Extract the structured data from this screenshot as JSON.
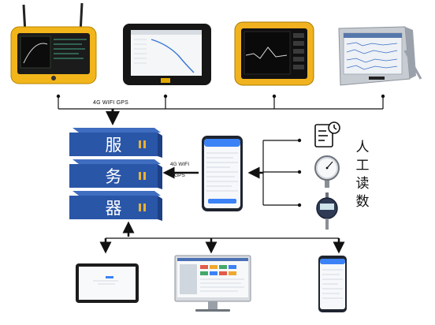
{
  "top_link": {
    "label": "4G WIFI GPS"
  },
  "server": {
    "chars": [
      "服",
      "务",
      "器"
    ]
  },
  "phone_link": {
    "line1": "4G WIFI",
    "line2": "GPS"
  },
  "manual_reading": {
    "label_chars": [
      "人",
      "工",
      "读",
      "数"
    ]
  },
  "colors": {
    "server_blue": "#2a56a8",
    "server_dark": "#1d3f84",
    "handle_yellow": "#e9b233",
    "device_yellow": "#f2b51a",
    "arrow": "#111111"
  },
  "icons": {
    "clipboard": "clipboard-clock-icon",
    "gauge": "pressure-gauge-icon",
    "dial_indicator": "dial-indicator-icon"
  }
}
